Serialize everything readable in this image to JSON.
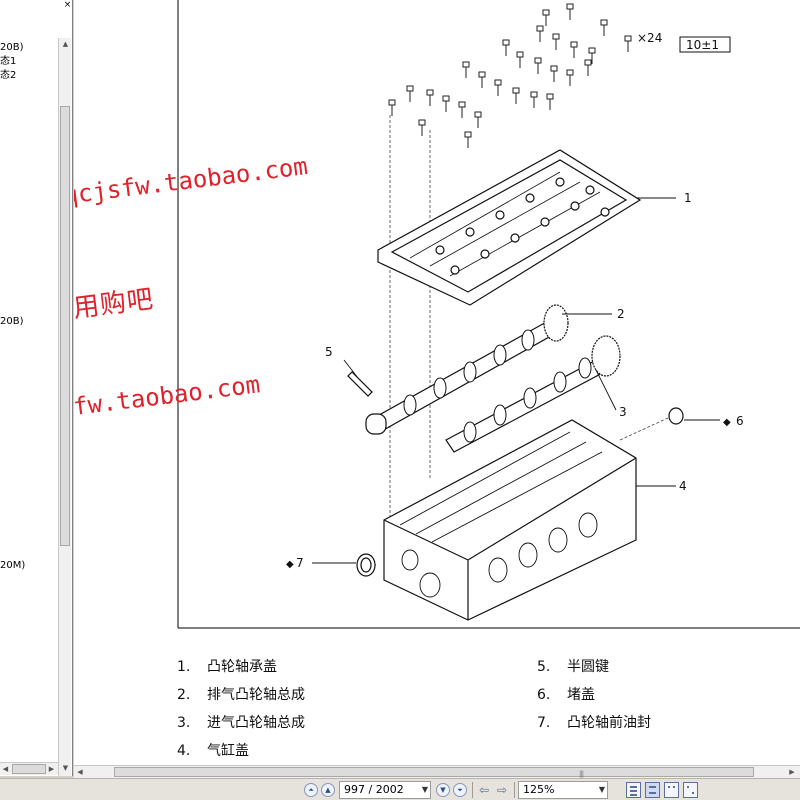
{
  "bookmarks": {
    "close_label": "×",
    "items": [
      "20B)",
      "态1",
      "态2",
      "20B)",
      "20M)"
    ]
  },
  "diagram": {
    "bolt_count_label": "×24",
    "torque_label": "10±1",
    "callouts": [
      "1",
      "2",
      "3",
      "4",
      "5",
      "6",
      "7"
    ],
    "special_mark": "◆"
  },
  "watermarks": {
    "line1": "qcjsfw.taobao.com",
    "line2": "柜 好用购吧",
    "line3": "/qcjsfw.taobao.com"
  },
  "legend": [
    {
      "num": "1.",
      "label": "凸轮轴承盖"
    },
    {
      "num": "2.",
      "label": "排气凸轮轴总成"
    },
    {
      "num": "3.",
      "label": "进气凸轮轴总成"
    },
    {
      "num": "4.",
      "label": "气缸盖"
    },
    {
      "num": "5.",
      "label": "半圆键"
    },
    {
      "num": "6.",
      "label": "堵盖"
    },
    {
      "num": "7.",
      "label": "凸轮轴前油封"
    }
  ],
  "statusbar": {
    "page_value": "997 / 2002",
    "zoom_value": "125%"
  },
  "colors": {
    "watermark": "#e0202a",
    "toolbar": "#e6e3dc",
    "panel_bg": "#d4d0c8"
  }
}
